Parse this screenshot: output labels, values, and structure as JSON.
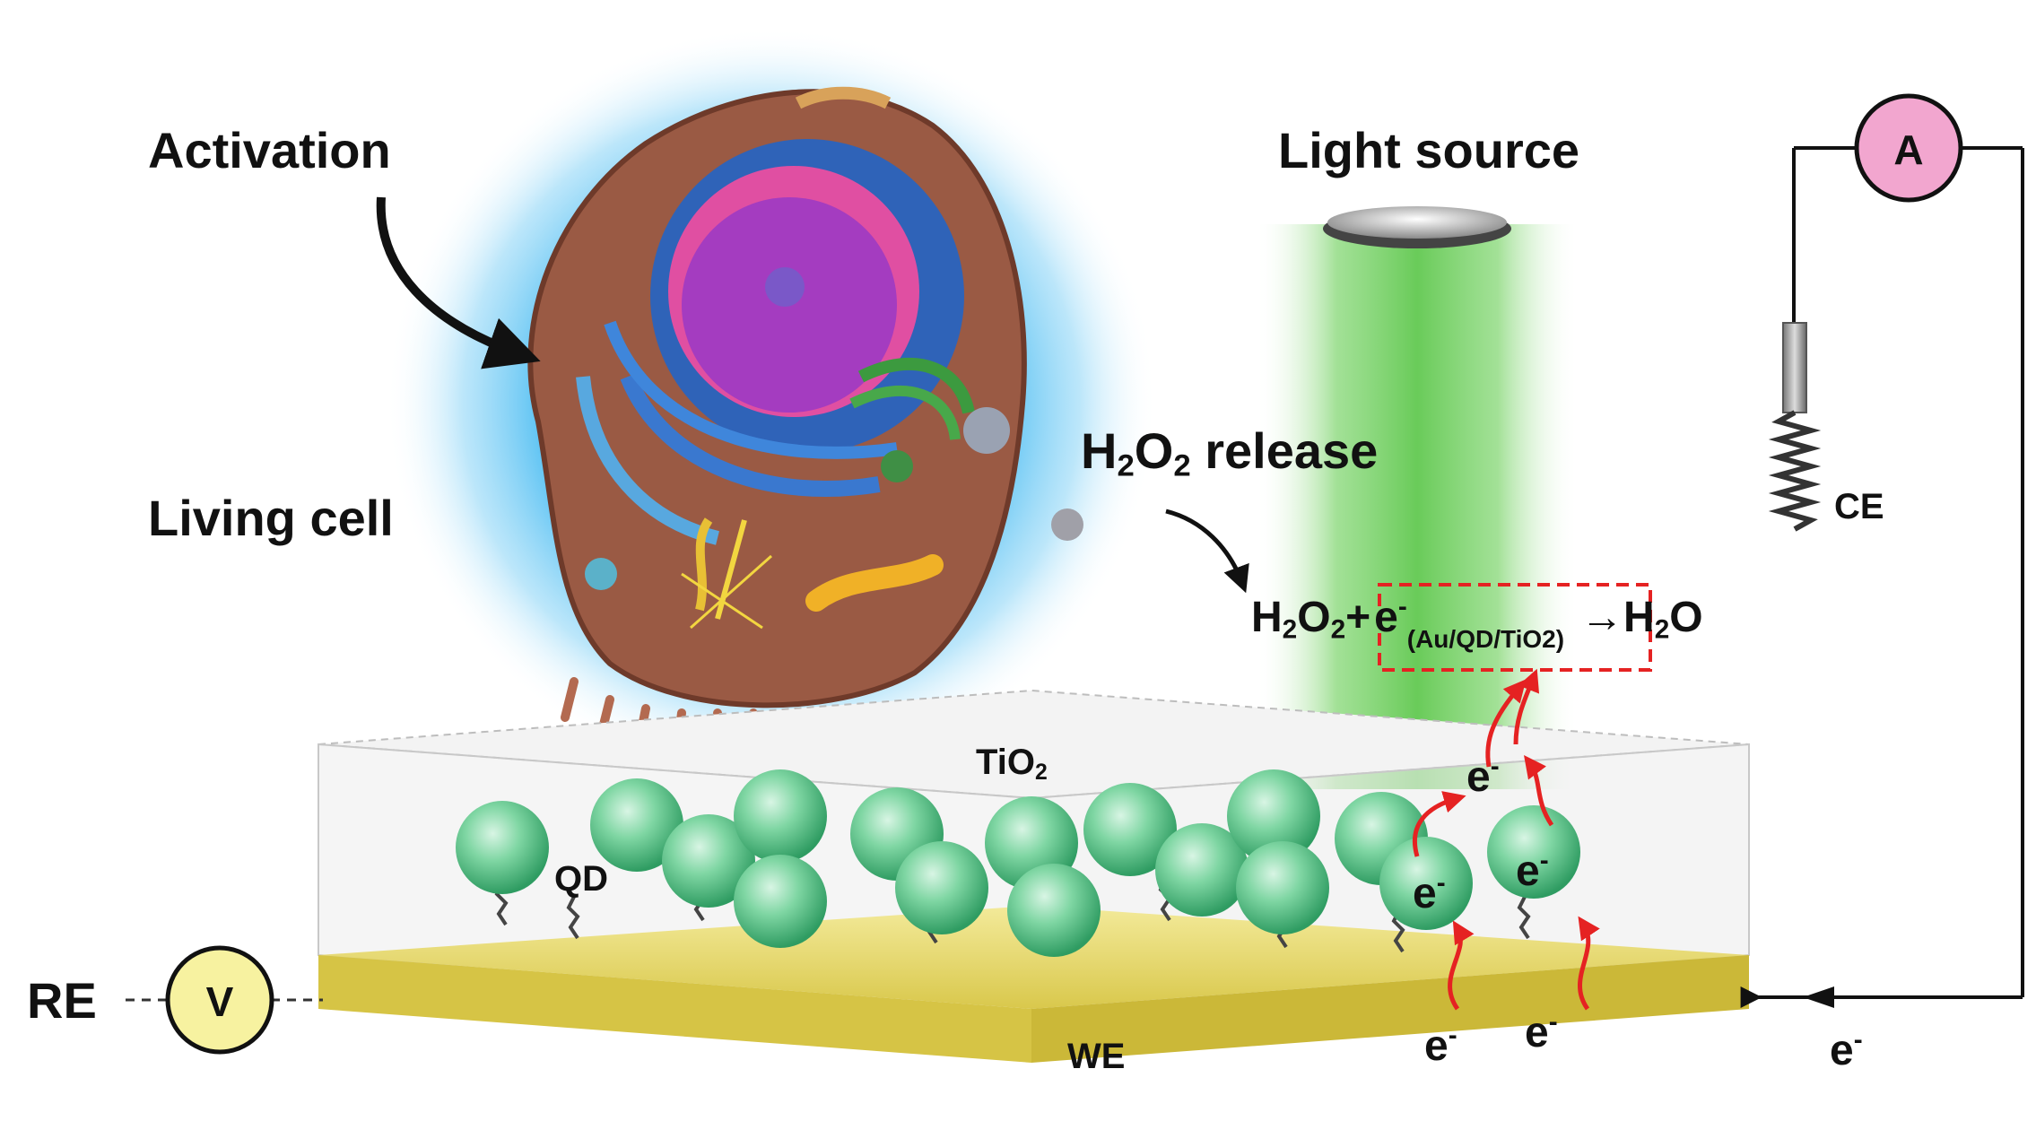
{
  "labels": {
    "activation": "Activation",
    "living_cell": "Living cell",
    "light_source": "Light source",
    "h2o2_prefix": "H",
    "h2o2_sub1": "2",
    "h2o2_mid": "O",
    "h2o2_sub2": "2",
    "h2o2_release": " release",
    "reaction_h": "H",
    "reaction_sub1": "2",
    "reaction_o": "O",
    "reaction_sub2": "2",
    "reaction_plus": "+",
    "reaction_e": "e",
    "reaction_e_sup": "-",
    "reaction_catalyst": "(Au/QD/TiO2)",
    "reaction_arrow": "→H",
    "reaction_h2o_sub": "2",
    "reaction_h2o_o": "O",
    "tio2": "TiO",
    "tio2_sub": "2",
    "qd": "QD",
    "re": "RE",
    "we": "WE",
    "ce": "CE",
    "voltmeter": "V",
    "ammeter": "A",
    "electron": "e",
    "electron_sup": "-"
  },
  "colors": {
    "cell_glow": "#1aa3e8",
    "light_beam": "#5cc94a",
    "gold_layer": "#e9dc6a",
    "qd_sphere": "#62c98f",
    "meter_fill_v": "#f7f2a0",
    "meter_fill_a": "#f2a6cf",
    "red_arrow": "#e52222",
    "dashed_box": "#e52222"
  }
}
